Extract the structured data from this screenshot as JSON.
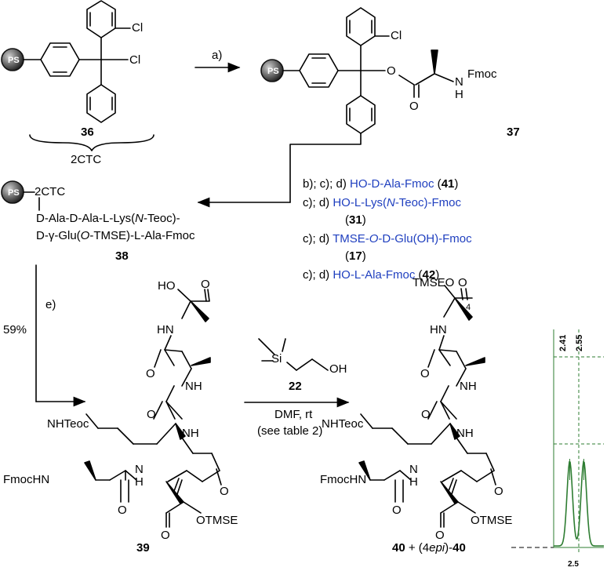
{
  "resin": {
    "ps_label": "PS",
    "cl": "Cl",
    "resin_name": "2CTC"
  },
  "compounds": {
    "c36": "36",
    "c37": "37",
    "c38": "38",
    "c39": "39",
    "c22": "22",
    "c40_bold_a": "40",
    "c40_mid": " + (4",
    "c40_epi": "epi",
    "c40_end": ")-",
    "c40_bold_b": "40"
  },
  "struct37": {
    "o_ester": "O",
    "o_carbonyl": "O",
    "n": "N",
    "fmoc": "Fmoc",
    "h": "H"
  },
  "steps": {
    "a": "a)",
    "b_prefix": "b); c); d) ",
    "b_reagent": "HO-D-Ala-Fmoc",
    "b_num": "41",
    "c1_prefix": "c); d) ",
    "c1_reagent_a": "HO-L-Lys(",
    "c1_reagent_n": "N",
    "c1_reagent_b": "-Teoc)-Fmoc",
    "c1_num": "31",
    "c2_prefix": "c); d) ",
    "c2_reagent_a": "TMSE-",
    "c2_reagent_o": "O",
    "c2_reagent_b": "-D-Glu(OH)-Fmoc",
    "c2_num": "17",
    "c3_prefix": "c); d) ",
    "c3_reagent": "HO-L-Ala-Fmoc",
    "c3_num": "42",
    "e": "e)",
    "yield": "59%",
    "conditions": "DMF, rt",
    "see_table": "(see table 2)"
  },
  "peptide38": {
    "line1": "D-Ala-D-Ala-L-Lys(",
    "line1_n": "N",
    "line1_end": "-Teoc)-",
    "line2": "D-γ-Glu(",
    "line2_o": "O",
    "line2_end": "-TMSE)-L-Ala-Fmoc"
  },
  "struct39": {
    "ho": "HO",
    "o_top": "O",
    "hn": "HN",
    "o2": "O",
    "nh1": "NH",
    "o3": "O",
    "nhteoc": "NHTeoc",
    "nh2": "NH",
    "fmochn": "FmocHN",
    "n": "N",
    "h": "H",
    "o4": "O",
    "o5": "O",
    "otmse": "OTMSE",
    "o6": "O"
  },
  "struct40": {
    "tmseo": "TMSEO",
    "o_top": "O",
    "stereo4": "4",
    "hn": "HN",
    "o2": "O",
    "nh1": "NH",
    "o3": "O",
    "nhteoc": "NHTeoc",
    "nh2": "NH",
    "fmochn": "FmocHN",
    "n": "N",
    "h": "H",
    "o4": "O",
    "o5": "O",
    "otmse": "OTMSE",
    "o6": "O"
  },
  "reagent22": {
    "si": "Si",
    "oh": "OH"
  },
  "chromatogram": {
    "peak1_label": "2.41",
    "peak2_label": "2.55",
    "x_label": "2.5",
    "peak1_time": 2.41,
    "peak2_time": 2.55,
    "line_color": "#2e7d32"
  },
  "colors": {
    "blue_reagent": "#1f3fbf",
    "bead_dark": "#2a2a2a",
    "bead_light": "#9a9a9a"
  }
}
